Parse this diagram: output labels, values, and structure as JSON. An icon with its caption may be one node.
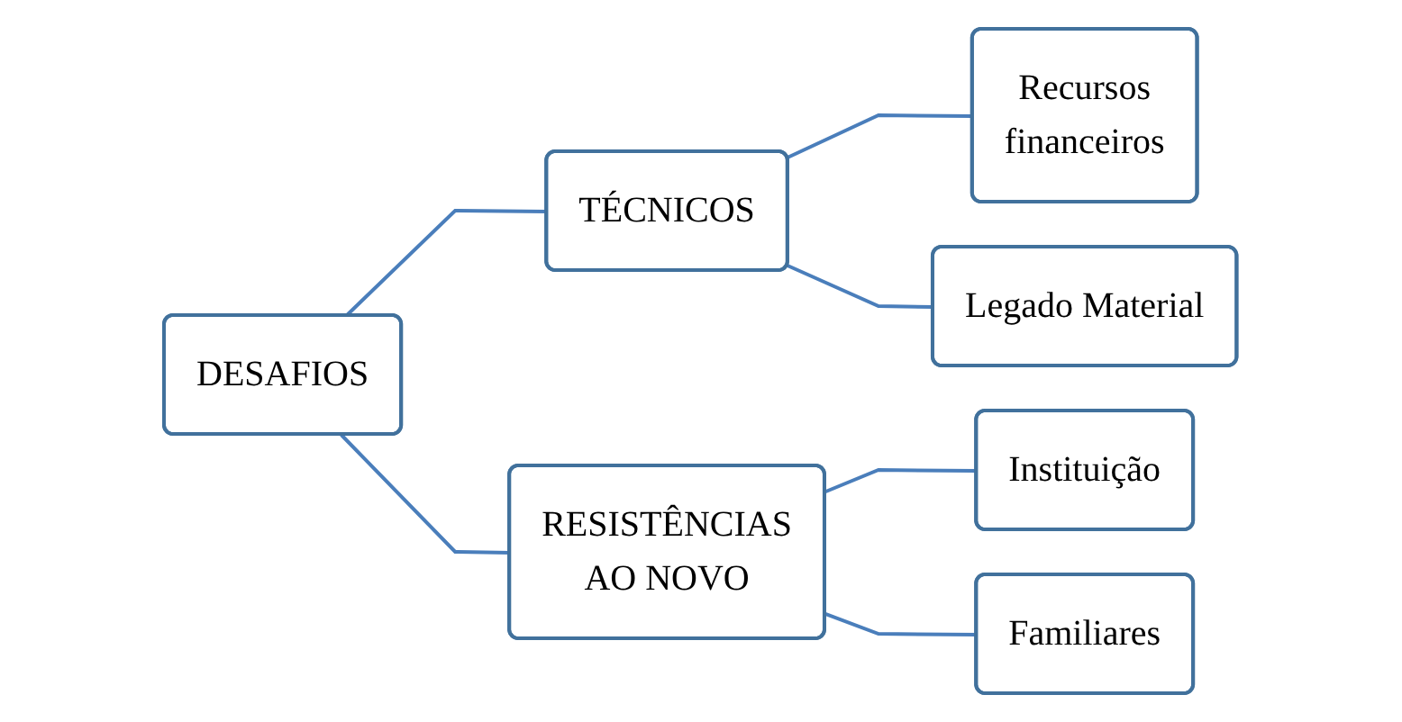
{
  "diagram": {
    "nodes": [
      {
        "text": [
          "DESAFIOS"
        ]
      },
      {
        "text": [
          "TÉCNICOS"
        ]
      },
      {
        "text": [
          "RESISTÊNCIAS AO NOVO"
        ]
      },
      {
        "text": [
          "Recursos financeiros"
        ]
      },
      {
        "text": [
          "Legado Material"
        ]
      },
      {
        "text": [
          "Instituição"
        ]
      },
      {
        "text": [
          "Familiares"
        ]
      }
    ],
    "edges": [
      {
        "from": 0,
        "to": 1,
        "arrow": "none"
      },
      {
        "from": 0,
        "to": 2,
        "arrow": "none"
      },
      {
        "from": 1,
        "to": 3,
        "arrow": "none"
      },
      {
        "from": 1,
        "to": 4,
        "arrow": "none"
      },
      {
        "from": 2,
        "to": 5,
        "arrow": "none"
      },
      {
        "from": 2,
        "to": 6,
        "arrow": "none"
      }
    ]
  }
}
